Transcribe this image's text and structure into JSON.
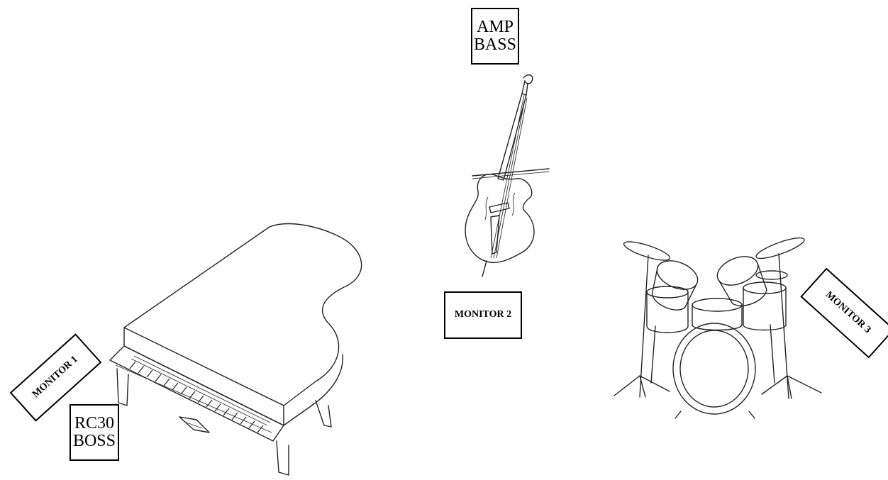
{
  "labels": {
    "amp_bass": [
      "AMP",
      "BASS"
    ],
    "rc30_boss": [
      "RC30",
      "BOSS"
    ],
    "monitor_1": "MONITOR 1",
    "monitor_2": "MONITOR 2",
    "monitor_3": "MONITOR 3"
  },
  "instruments": [
    {
      "name": "grand-piano-illustration"
    },
    {
      "name": "double-bass-illustration"
    },
    {
      "name": "drum-kit-illustration"
    }
  ],
  "colors": {
    "stroke": "#000000",
    "background": "#ffffff"
  }
}
